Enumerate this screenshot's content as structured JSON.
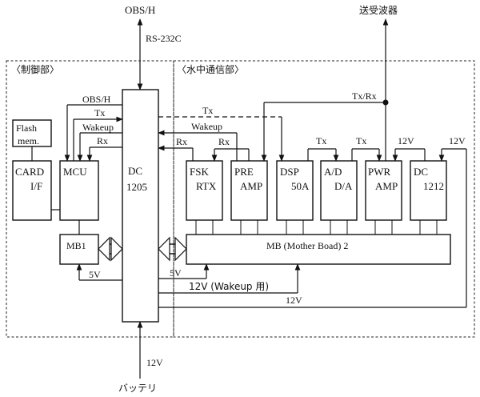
{
  "top_labels": {
    "obs_h": "OBS/H",
    "rs232c": "RS-232C",
    "transducer": "送受波器"
  },
  "bottom_labels": {
    "battery": "バッテリ",
    "v12": "12V"
  },
  "regions": {
    "control": "〈制御部〉",
    "underwater_comm": "〈水中通信部〉"
  },
  "blocks": {
    "flash": [
      "Flash",
      "mem."
    ],
    "card": [
      "CARD",
      "I/F"
    ],
    "mcu": "MCU",
    "dc1205": [
      "DC",
      "1205"
    ],
    "mb1": "MB1",
    "fsk": [
      "FSK",
      "RTX"
    ],
    "pre": [
      "PRE",
      "AMP"
    ],
    "dsp": [
      "DSP",
      "50A"
    ],
    "ad": [
      "A/D",
      "D/A"
    ],
    "pwr": [
      "PWR",
      "AMP"
    ],
    "dc1212": [
      "DC",
      "1212"
    ],
    "mb2": "MB (Mother Boad) 2"
  },
  "signals": {
    "obs_h": "OBS/H",
    "tx": "Tx",
    "wakeup": "Wakeup",
    "rx": "Rx",
    "txrx": "Tx/Rx",
    "v12": "12V",
    "v5": "5V",
    "v12_wakeup": "12V (Wakeup 用)"
  }
}
